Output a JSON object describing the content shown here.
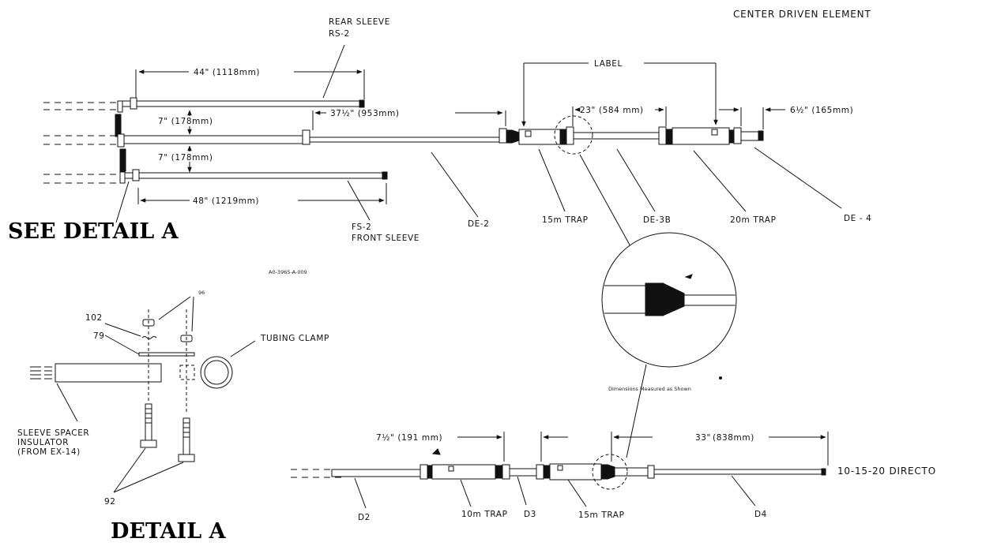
{
  "title": "CENTER DRIVEN ELEMENT",
  "labels": {
    "rear_sleeve": "REAR SLEEVE",
    "rs2": "RS-2",
    "dim_44": "44\" (1118mm)",
    "label": "LABEL",
    "dim_7a": "7\" (178mm)",
    "dim_7b": "7\" (178mm)",
    "dim_37": "37½\" (953mm)",
    "dim_23": "23\" (584 mm)",
    "dim_6": "6½\" (165mm)",
    "dim_48": "48\" (1219mm)",
    "fs2": "FS-2",
    "front_sleeve": "FRONT SLEEVE",
    "de2": "DE-2",
    "trap15": "15m TRAP",
    "de3b": "DE-3B",
    "trap20": "20m TRAP",
    "de4": "DE - 4",
    "see_detail": "SEE DETAIL A",
    "drawing_no": "A0-3965-A-009",
    "p96": "96",
    "p102": "102",
    "p79": "79",
    "tubing_clamp": "TUBING CLAMP",
    "spacer1": "SLEEVE SPACER",
    "spacer2": "INSULATOR",
    "spacer3": "(FROM EX-14)",
    "p92": "92",
    "detail": "DETAIL A",
    "dims_note": "Dimensions Measured as Shown",
    "dim_7_5": "7½\" (191 mm)",
    "dim_33": "33\"",
    "dim_838": "(838mm)",
    "director": "10-15-20 DIRECTO",
    "d2": "D2",
    "trap10": "10m TRAP",
    "d3": "D3",
    "trap15b": "15m TRAP",
    "d4": "D4"
  }
}
